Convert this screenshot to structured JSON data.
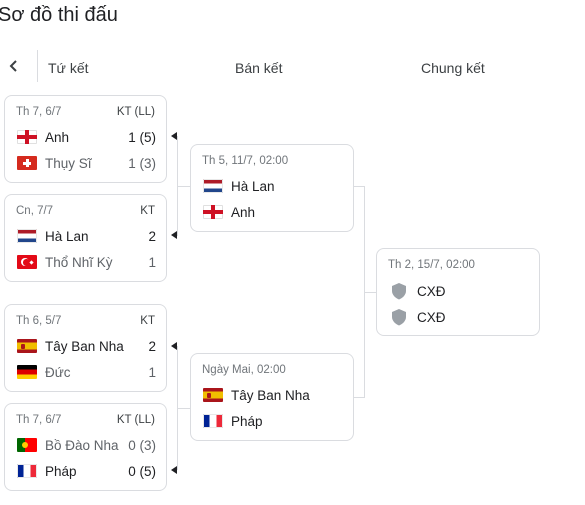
{
  "page_title": "Sơ đồ thi đấu",
  "columns": {
    "quarter": "Tứ kết",
    "semi": "Bán kết",
    "final": "Chung kết"
  },
  "quarterfinals": [
    {
      "date": "Th 7, 6/7",
      "status": "KT (LL)",
      "team1": {
        "name": "Anh",
        "score": "1 (5)"
      },
      "team2": {
        "name": "Thụy Sĩ",
        "score": "1 (3)"
      }
    },
    {
      "date": "Cn, 7/7",
      "status": "KT",
      "team1": {
        "name": "Hà Lan",
        "score": "2"
      },
      "team2": {
        "name": "Thổ Nhĩ Kỳ",
        "score": "1"
      }
    },
    {
      "date": "Th 6, 5/7",
      "status": "KT",
      "team1": {
        "name": "Tây Ban Nha",
        "score": "2"
      },
      "team2": {
        "name": "Đức",
        "score": "1"
      }
    },
    {
      "date": "Th 7, 6/7",
      "status": "KT (LL)",
      "team1": {
        "name": "Bồ Đào Nha",
        "score": "0 (3)"
      },
      "team2": {
        "name": "Pháp",
        "score": "0 (5)"
      }
    }
  ],
  "semifinals": [
    {
      "date": "Th 5, 11/7, 02:00",
      "team1": "Hà Lan",
      "team2": "Anh"
    },
    {
      "date": "Ngày Mai, 02:00",
      "team1": "Tây Ban Nha",
      "team2": "Pháp"
    }
  ],
  "final": {
    "date": "Th 2, 15/7, 02:00",
    "team1": "CXĐ",
    "team2": "CXĐ"
  },
  "icons": {
    "back": "chevron-left-icon",
    "winner_marker": "triangle-left-icon",
    "placeholder": "shield-icon",
    "flags": [
      "england-flag-icon",
      "switzerland-flag-icon",
      "netherlands-flag-icon",
      "turkey-flag-icon",
      "spain-flag-icon",
      "germany-flag-icon",
      "portugal-flag-icon",
      "france-flag-icon"
    ]
  },
  "colors": {
    "border": "#dadce0",
    "text": "#202124",
    "muted": "#70757a",
    "loser": "#5f6368",
    "shield": "#9aa0a6"
  }
}
